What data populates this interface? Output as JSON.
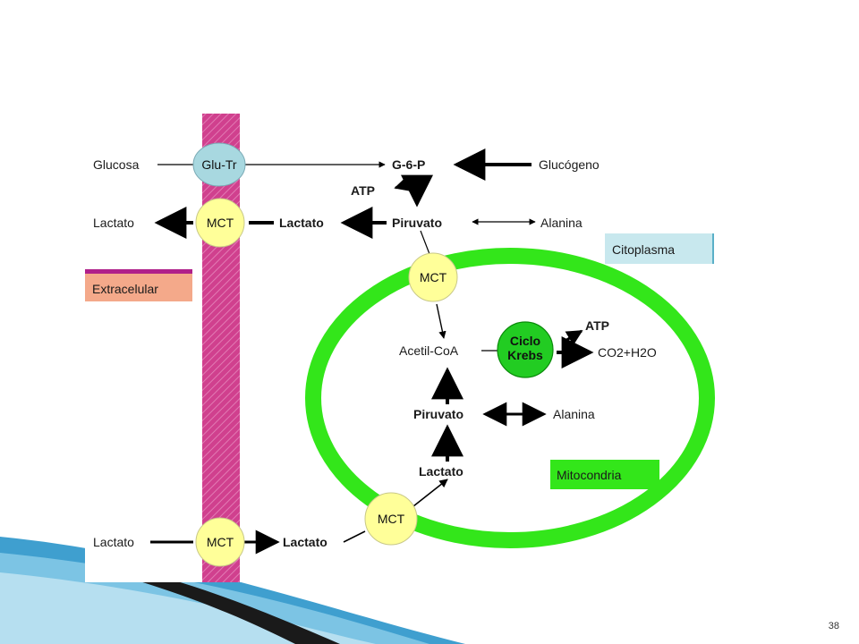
{
  "slide_number": "38",
  "diagram": {
    "regions": {
      "extracellular": "Extracelular",
      "cytoplasm": "Citoplasma",
      "mitochondria": "Mitocondria"
    },
    "transporters": {
      "glu_tr": "Glu-Tr",
      "mct": "MCT"
    },
    "krebs": {
      "line1": "Ciclo",
      "line2": "Krebs"
    },
    "labels": {
      "glucosa": "Glucosa",
      "lactato": "Lactato",
      "g6p": "G-6-P",
      "glucogeno": "Glucógeno",
      "atp": "ATP",
      "piruvato": "Piruvato",
      "alanina": "Alanina",
      "acetil_coa": "Acetil-CoA",
      "co2_h2o": "CO2+H2O"
    }
  },
  "colors": {
    "membrane": "#d0408e",
    "mitochondria_ring": "#33e61a",
    "mct_fill": "#ffff99",
    "glu_tr_fill": "#a8d8e0",
    "krebs_fill": "#22cc22",
    "cytoplasm_box": "#c8e8ee",
    "extracellular_box": "#f4a98a",
    "extracellular_bar": "#b0208a"
  }
}
